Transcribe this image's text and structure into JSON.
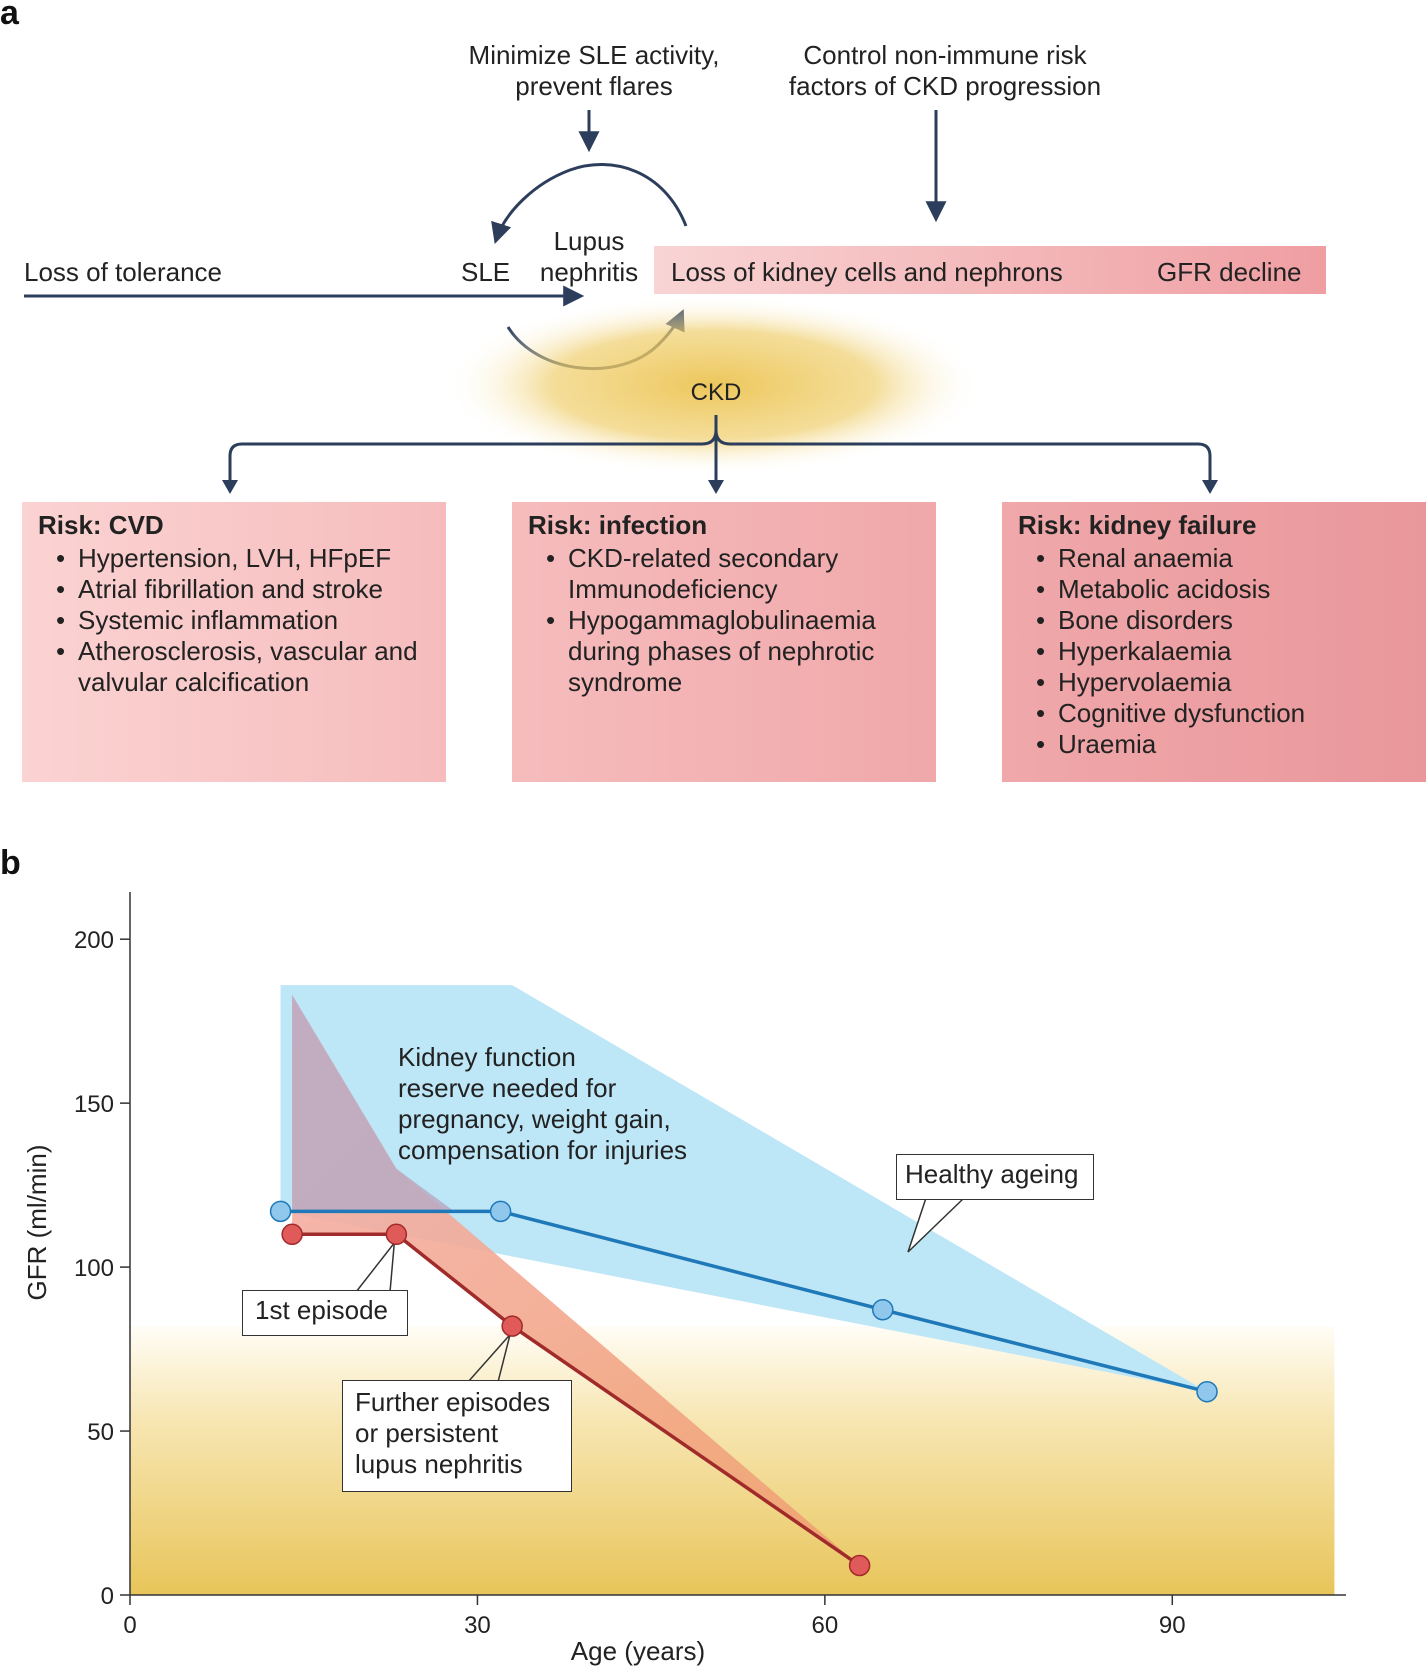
{
  "panel_a": {
    "letter": "a",
    "minimize": [
      "Minimize SLE activity,",
      "prevent flares"
    ],
    "control": [
      "Control non-immune risk",
      "factors of CKD progression"
    ],
    "loss_tolerance": "Loss of tolerance",
    "sle": "SLE",
    "lupus_nephritis": [
      "Lupus",
      "nephritis"
    ],
    "loss_kidney": "Loss of kidney cells and nephrons",
    "gfr_decline": "GFR decline",
    "ckd": "CKD",
    "boxes": [
      {
        "title": "Risk: CVD",
        "items": [
          "Hypertension, LVH, HFpEF",
          "Atrial fibrillation and stroke",
          "Systemic inflammation",
          "Atherosclerosis, vascular and valvular calcification"
        ]
      },
      {
        "title": "Risk: infection",
        "items": [
          "CKD-related secondary Immunodeficiency",
          "Hypogammaglobulinaemia during phases of nephrotic syndrome"
        ]
      },
      {
        "title": "Risk: kidney failure",
        "items": [
          "Renal anaemia",
          "Metabolic acidosis",
          "Bone disorders",
          "Hyperkalaemia",
          "Hypervolaemia",
          "Cognitive dysfunction",
          "Uraemia"
        ]
      }
    ]
  },
  "panel_b": {
    "letter": "b",
    "annotations": {
      "reserve": [
        "Kidney function",
        "reserve needed for",
        "pregnancy, weight gain,",
        "compensation for injuries"
      ],
      "healthy": "Healthy ageing",
      "first": "1st episode",
      "further": [
        "Further episodes",
        "or persistent",
        "lupus nephritis"
      ]
    }
  },
  "chart_data": {
    "type": "line",
    "xlabel": "Age (years)",
    "ylabel": "GFR (ml/min)",
    "xlim": [
      0,
      105
    ],
    "ylim": [
      0,
      215
    ],
    "xticks": [
      0,
      30,
      60,
      90
    ],
    "yticks": [
      0,
      50,
      100,
      150,
      200
    ],
    "series": [
      {
        "name": "Healthy ageing",
        "color": "#1f78b8",
        "marker": "#8fc8ec",
        "points": [
          [
            13,
            117
          ],
          [
            32,
            117
          ],
          [
            65,
            87
          ],
          [
            93,
            62
          ]
        ]
      },
      {
        "name": "",
        "color": "#a12a2a",
        "marker": "#e05a5a",
        "points": [
          [
            14,
            110
          ],
          [
            23,
            110
          ],
          [
            33,
            82
          ],
          [
            63,
            9
          ]
        ]
      }
    ],
    "reserve_region": {
      "color": "#bde6f7",
      "points": [
        [
          13,
          186
        ],
        [
          33,
          186
        ],
        [
          93,
          62
        ],
        [
          13,
          117
        ]
      ]
    },
    "loss_region": {
      "color": "#f4a9a0",
      "points": [
        [
          14,
          183
        ],
        [
          23,
          130
        ],
        [
          63,
          9
        ],
        [
          33,
          82
        ],
        [
          23,
          110
        ],
        [
          14,
          110
        ]
      ]
    },
    "ckd_zone": {
      "ymax": 82,
      "color": "#e9c65a"
    }
  }
}
